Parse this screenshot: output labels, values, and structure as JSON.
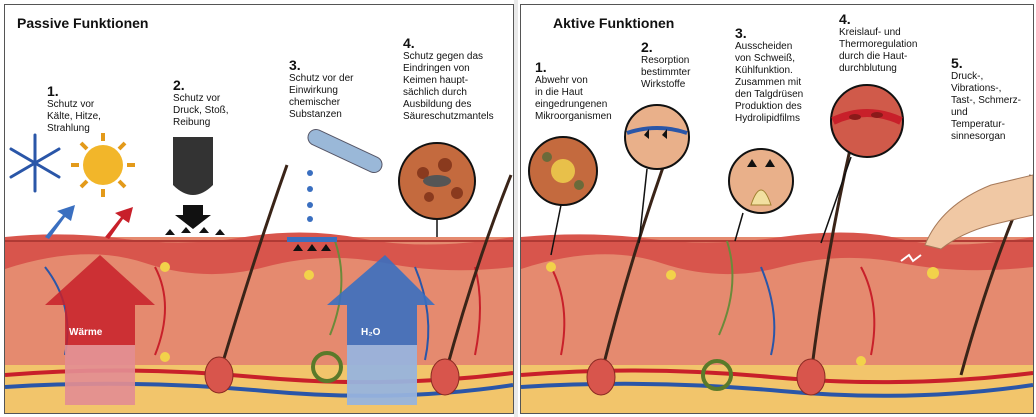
{
  "passive": {
    "title": "Passive Funktionen",
    "items": [
      {
        "num": "1.",
        "text": "Schutz vor\nKälte, Hitze,\nStrahlung"
      },
      {
        "num": "2.",
        "text": "Schutz vor\nDruck, Stoß,\nReibung"
      },
      {
        "num": "3.",
        "text": "Schutz vor der\nEinwirkung\nchemischer\nSubstanzen"
      },
      {
        "num": "4.",
        "text": "Schutz gegen das\nEindringen von\nKeimen haupt-\nsächlich durch\nAusbildung des\nSäureschutzmantels"
      }
    ],
    "warm_label": "Wärme",
    "water_label": "H₂O"
  },
  "active": {
    "title": "Aktive Funktionen",
    "items": [
      {
        "num": "1.",
        "text": "Abwehr von\nin die Haut\neingedrungenen\nMikroorganismen"
      },
      {
        "num": "2.",
        "text": "Resorption\nbestimmter\nWirkstoffe"
      },
      {
        "num": "3.",
        "text": "Ausscheiden\nvon Schweiß,\nKühlfunktion.\nZusammen mit\nden Talgdrüsen\nProduktion des\nHydrolipidfilms"
      },
      {
        "num": "4.",
        "text": "Kreislauf- und\nThermoregulation\ndurch die Haut-\ndurchblutung"
      },
      {
        "num": "5.",
        "text": "Druck-,\nVibrations-,\nTast-, Schmerz-\nund\nTemperatur-\nsinnesorgan"
      }
    ]
  },
  "colors": {
    "epidermis": "#d8554c",
    "dermis": "#e58a6f",
    "subcutis": "#f2c56b",
    "blood_red": "#c8202a",
    "blood_blue": "#2a56a8",
    "water_blue": "#3a6fc0"
  }
}
